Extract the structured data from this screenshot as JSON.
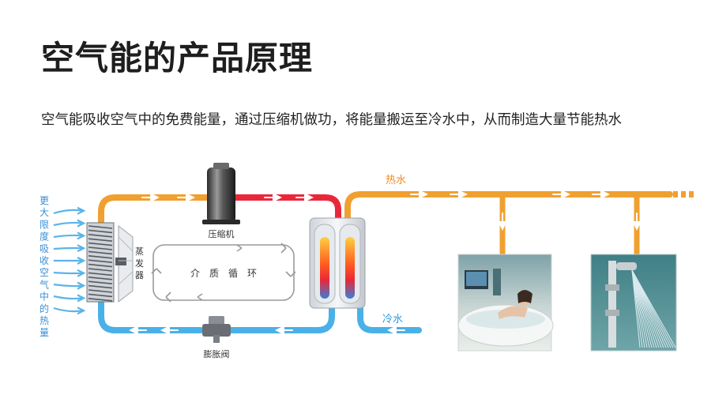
{
  "title": "空气能的产品原理",
  "subtitle": "空气能吸收空气中的免费能量，通过压缩机做功，将能量搬运至冷水中，从而制造大量节能热水",
  "labels": {
    "side_text": [
      "更",
      "大",
      "限",
      "度",
      "吸",
      "收",
      "空",
      "气",
      "中",
      "的",
      "热",
      "量"
    ],
    "evaporator": [
      "蒸",
      "发",
      "器"
    ],
    "compressor": "压缩机",
    "expansion_valve": "膨胀阀",
    "medium_cycle": "介　质　循　环",
    "hot_water": "热水",
    "cold_water": "冷水"
  },
  "colors": {
    "hot_pipe": "#f0a030",
    "red_pipe": "#e8283a",
    "cold_pipe": "#4ab0e8",
    "arrow_blue": "#5ab4e8",
    "cycle_grey": "#9a9a9a",
    "side_text": "#3a8fd6",
    "hot_label": "#f08a1e",
    "cold_label": "#2f9ae0"
  }
}
